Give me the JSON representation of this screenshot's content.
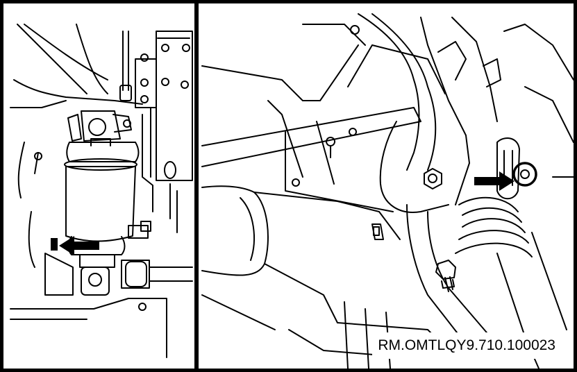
{
  "reference_code": "RM.OMTLQY9.710.100023",
  "colors": {
    "line": "#000000",
    "background": "#ffffff"
  },
  "panels": [
    {
      "name": "left-view",
      "callout": "arrow-left-icon"
    },
    {
      "name": "right-view",
      "callout": "arrow-right-icon"
    }
  ]
}
